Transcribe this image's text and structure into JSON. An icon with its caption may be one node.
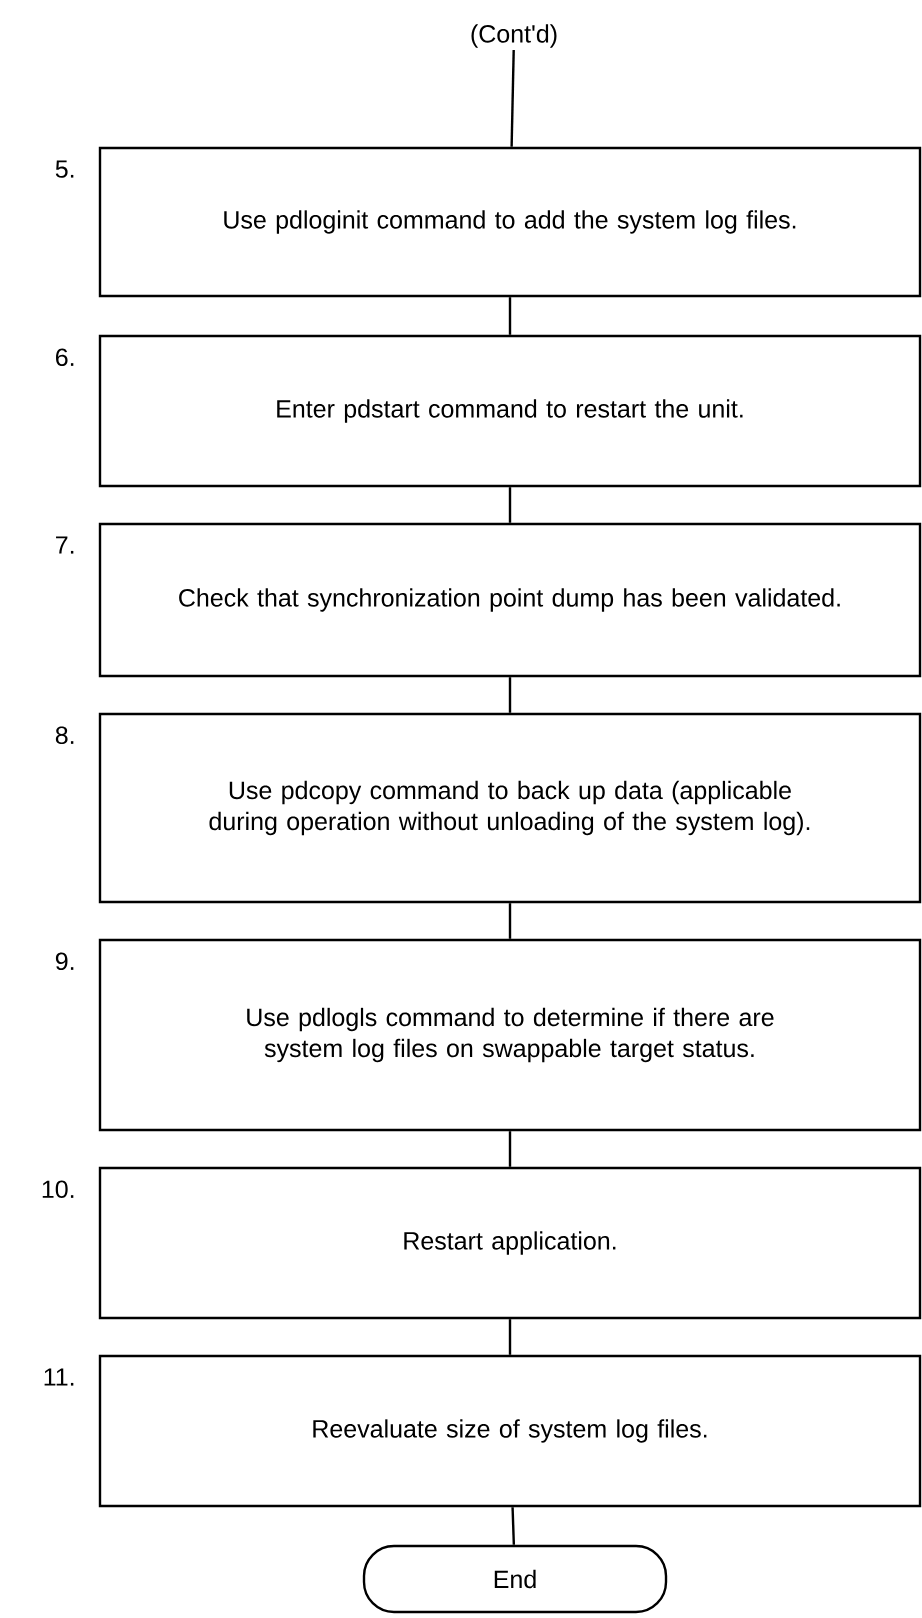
{
  "diagram": {
    "nodes": [
      {
        "text": [
          "(Cont'd)"
        ]
      },
      {
        "text": [
          "Use pdloginit command to add the system log files."
        ],
        "beside": [
          "5."
        ]
      },
      {
        "text": [
          "Enter pdstart command to restart the unit."
        ],
        "beside": [
          "6."
        ]
      },
      {
        "text": [
          "Check that synchronization point dump has been validated."
        ],
        "beside": [
          "7."
        ]
      },
      {
        "text": [
          "Use pdcopy command to back up data (applicable during operation without unloading of the system log)."
        ],
        "beside": [
          "8."
        ]
      },
      {
        "text": [
          "Use pdlogls command to determine if there are system log files on swappable target status."
        ],
        "beside": [
          "9."
        ]
      },
      {
        "text": [
          "Restart application."
        ],
        "beside": [
          "10."
        ]
      },
      {
        "text": [
          "Reevaluate size of system log files."
        ],
        "beside": [
          "11."
        ]
      },
      {
        "text": [
          "End"
        ]
      }
    ],
    "edges": [
      {
        "from": 0,
        "to": 1,
        "arrow": "none"
      },
      {
        "from": 1,
        "to": 2,
        "arrow": "none"
      },
      {
        "from": 2,
        "to": 3,
        "arrow": "none"
      },
      {
        "from": 3,
        "to": 4,
        "arrow": "none"
      },
      {
        "from": 4,
        "to": 5,
        "arrow": "none"
      },
      {
        "from": 5,
        "to": 6,
        "arrow": "none"
      },
      {
        "from": 6,
        "to": 7,
        "arrow": "none"
      },
      {
        "from": 7,
        "to": 8,
        "arrow": "none"
      }
    ]
  }
}
